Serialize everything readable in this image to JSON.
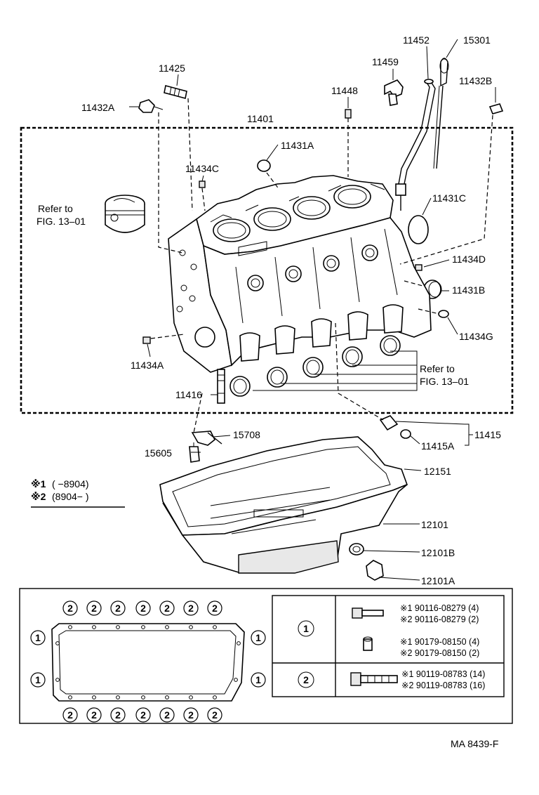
{
  "labels": {
    "p11452": "11452",
    "p15301": "15301",
    "p11459": "11459",
    "p11425": "11425",
    "p11448": "11448",
    "p11432B": "11432B",
    "p11432A": "11432A",
    "p11401": "11401",
    "p11431A": "11431A",
    "p11434C": "11434C",
    "p11431C": "11431C",
    "p11434D": "11434D",
    "p11431B": "11431B",
    "p11434G": "11434G",
    "p11434A": "11434A",
    "p11416": "11416",
    "p15708": "15708",
    "p15605": "15605",
    "p11415": "11415",
    "p11415A": "11415A",
    "p12151": "12151",
    "p12101": "12101",
    "p12101B": "12101B",
    "p12101A": "12101A"
  },
  "refs": {
    "piston_ref_line1": "Refer to",
    "piston_ref_line2": "FIG. 13–01",
    "bearing_ref_line1": "Refer to",
    "bearing_ref_line2": "FIG. 13–01"
  },
  "legend": {
    "row1_mark": "※1",
    "row1_range": "(        −8904)",
    "row2_mark": "※2",
    "row2_range": "(8904−          )"
  },
  "bolt_table": {
    "group1_circle": "1",
    "group2_circle": "2",
    "g1_bolt_a1": "※1 90116-08279 (4)",
    "g1_bolt_a2": "※2 90116-08279 (2)",
    "g1_bolt_b1": "※1 90179-08150 (4)",
    "g1_bolt_b2": "※2 90179-08150 (2)",
    "g2_bolt_c1": "※1 90119-08783 (14)",
    "g2_bolt_c2": "※2 90119-08783 (16)"
  },
  "gasket_pattern": {
    "top_row": [
      "2",
      "2",
      "2",
      "2",
      "2",
      "2",
      "2"
    ],
    "bottom_row": [
      "2",
      "2",
      "2",
      "2",
      "2",
      "2",
      "2"
    ],
    "left_col": [
      "1",
      "1"
    ],
    "right_col": [
      "1",
      "1"
    ]
  },
  "figure_code": "MA 8439-F"
}
